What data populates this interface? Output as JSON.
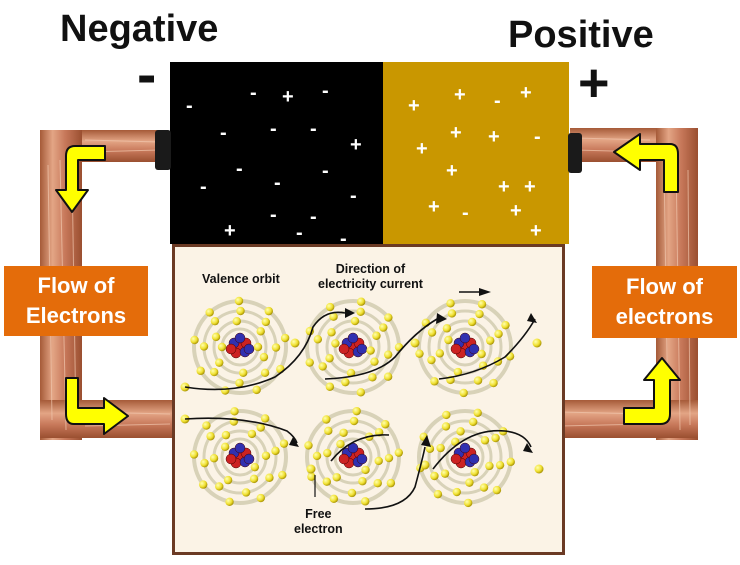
{
  "titles": {
    "negative": "Negative",
    "positive": "Positive"
  },
  "terminals": {
    "negative_sign": "-",
    "positive_sign": "+"
  },
  "battery": {
    "negative_color": "#000000",
    "positive_color": "#c99700",
    "negative_charges": [
      "-",
      "-",
      "+",
      "-",
      "-",
      "-",
      "-",
      "+",
      "-",
      "-",
      "-",
      "-",
      "-",
      "+",
      "-",
      "-",
      "-",
      "-"
    ],
    "positive_charges": [
      "+",
      "+",
      "-",
      "+",
      "+",
      "+",
      "+",
      "-",
      "+",
      "+",
      "+",
      "+",
      "-",
      "+",
      "+"
    ]
  },
  "flow_labels": {
    "left": [
      "Flow of",
      "Electrons"
    ],
    "right": [
      "Flow of",
      "electrons"
    ],
    "box_color": "#e46c0a"
  },
  "inset": {
    "valence_orbit": "Valence orbit",
    "direction": [
      "Direction of",
      "electricity current"
    ],
    "free_electron": [
      "Free",
      "electron"
    ]
  },
  "colors": {
    "arrow": "#ffff00",
    "wire": "#c8784f",
    "terminal_cap": "#1a1a1a"
  },
  "icons": [
    "yellow-curved-arrow",
    "atom",
    "electron-dot",
    "direction-arrow"
  ]
}
